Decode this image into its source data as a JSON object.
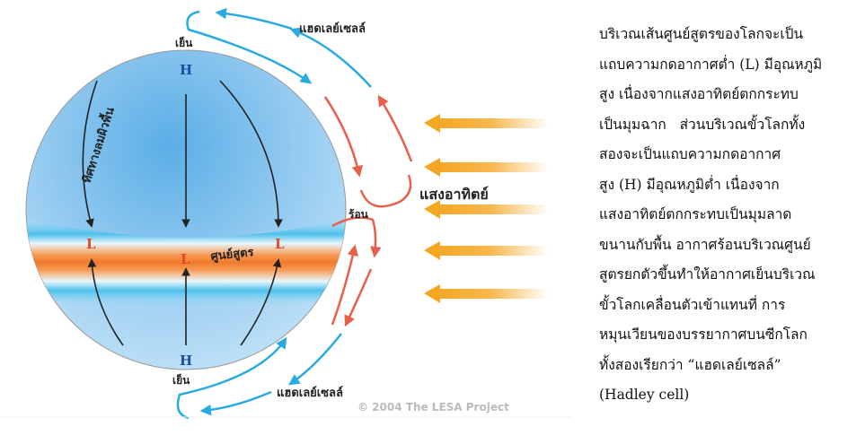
{
  "diagram": {
    "labels": {
      "cold_top": "เย็น",
      "cold_bottom": "เย็น",
      "hot": "ร้อน",
      "hadley_top": "แฮดเลย์เซลล์",
      "hadley_bottom": "แฮดเลย์เซลล์",
      "surface_wind": "ทิศทางลมผิวพื้น",
      "equator": "ศูนย์สูตร",
      "sunlight": "แสงอาทิตย์",
      "high_top": "H",
      "high_bottom": "H",
      "low_left": "L",
      "low_center": "L",
      "low_right": "L"
    },
    "copyright": "© 2004  The LESA Project",
    "colors": {
      "cold_arrow": "#29aae1",
      "warm_arrow": "#e8604a",
      "sun_arrow": "#f5a623",
      "high": "#1a4fa0",
      "low": "#e8452a"
    }
  },
  "description": {
    "lines": [
      "บริเวณเส้นศูนย์สูตรของโลกจะเป็น",
      "แถบความกดอากาศต่ำ (L) มีอุณหภูมิ",
      "สูง เนื่องจากแสงอาทิตย์ตกกระทบ",
      "เป็นมุมฉาก   ส่วนบริเวณขั้วโลกทั้ง",
      "สองจะเป็นแถบความกดอากาศ",
      "สูง (H) มีอุณหภูมิต่ำ เนื่องจาก",
      "แสงอาทิตย์ตกกระทบเป็นมุมลาด",
      "ขนานกับพื้น อากาศร้อนบริเวณศูนย์",
      "สูตรยกตัวขึ้นทำให้อากาศเย็นบริเวณ",
      "ขั้วโลกเคลื่อนตัวเข้าแทนที่ การ",
      "หมุนเวียนของบรรยากาศบนซีกโลก",
      "ทั้งสองเรียกว่า “แฮดเลย์เซลล์”",
      "(Hadley cell)"
    ]
  }
}
